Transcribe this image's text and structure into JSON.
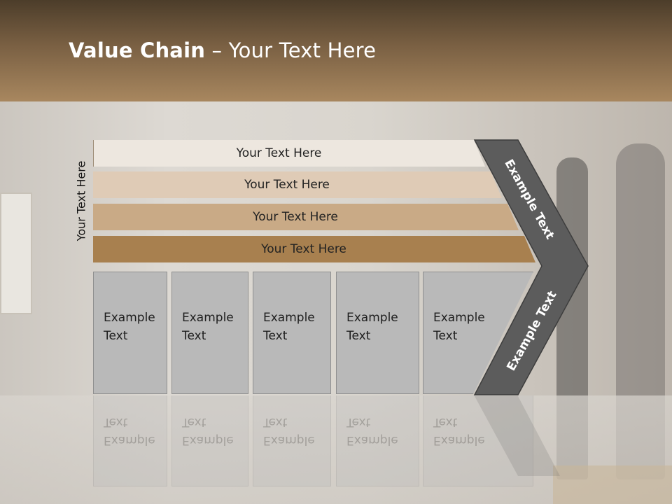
{
  "title": {
    "bold": "Value Chain",
    "rest": " – Your Text Here"
  },
  "side_label": "Your Text Here",
  "bands": [
    {
      "label": "Your Text Here",
      "color": "#ede7df"
    },
    {
      "label": "Your Text Here",
      "color": "#dfcbb6"
    },
    {
      "label": "Your Text Here",
      "color": "#c9aa86"
    },
    {
      "label": "Your Text Here",
      "color": "#a8804f"
    }
  ],
  "columns": [
    {
      "line1": "Example",
      "line2": "Text"
    },
    {
      "line1": "Example",
      "line2": "Text"
    },
    {
      "line1": "Example",
      "line2": "Text"
    },
    {
      "line1": "Example",
      "line2": "Text"
    },
    {
      "line1": "Example",
      "line2": "Text"
    }
  ],
  "chevron": {
    "upper": "Example Text",
    "lower": "Example Text",
    "color": "#5c5c5c"
  },
  "colors": {
    "header_top": "#4c3d2a",
    "header_bottom": "#a8875f"
  }
}
